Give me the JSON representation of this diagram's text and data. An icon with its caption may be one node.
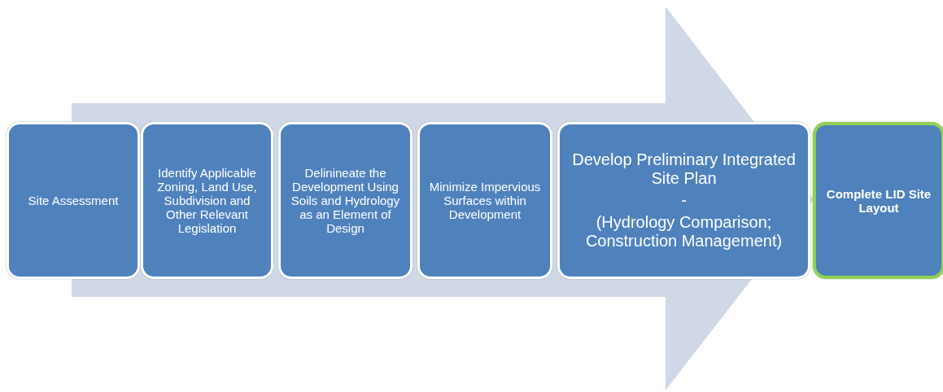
{
  "diagram": {
    "nodes": [
      {
        "text": [
          "Site Assessment"
        ]
      },
      {
        "text": [
          "Identify Applicable Zoning, Land Use, Subdivision and Other Relevant Legislation"
        ]
      },
      {
        "text": [
          "Delinineate the Development Using Soils and Hydrology as an Element of Design"
        ]
      },
      {
        "text": [
          "Minimize Impervious Surfaces within Development"
        ]
      },
      {
        "text": [
          "Develop Preliminary Integrated Site Plan",
          "-",
          "(Hydrology Comparison; Construction Management)"
        ]
      },
      {
        "text": [
          "Complete LID Site Layout"
        ]
      }
    ],
    "edges": [
      {
        "from": 0,
        "to": 5,
        "arrow": "to"
      }
    ]
  }
}
